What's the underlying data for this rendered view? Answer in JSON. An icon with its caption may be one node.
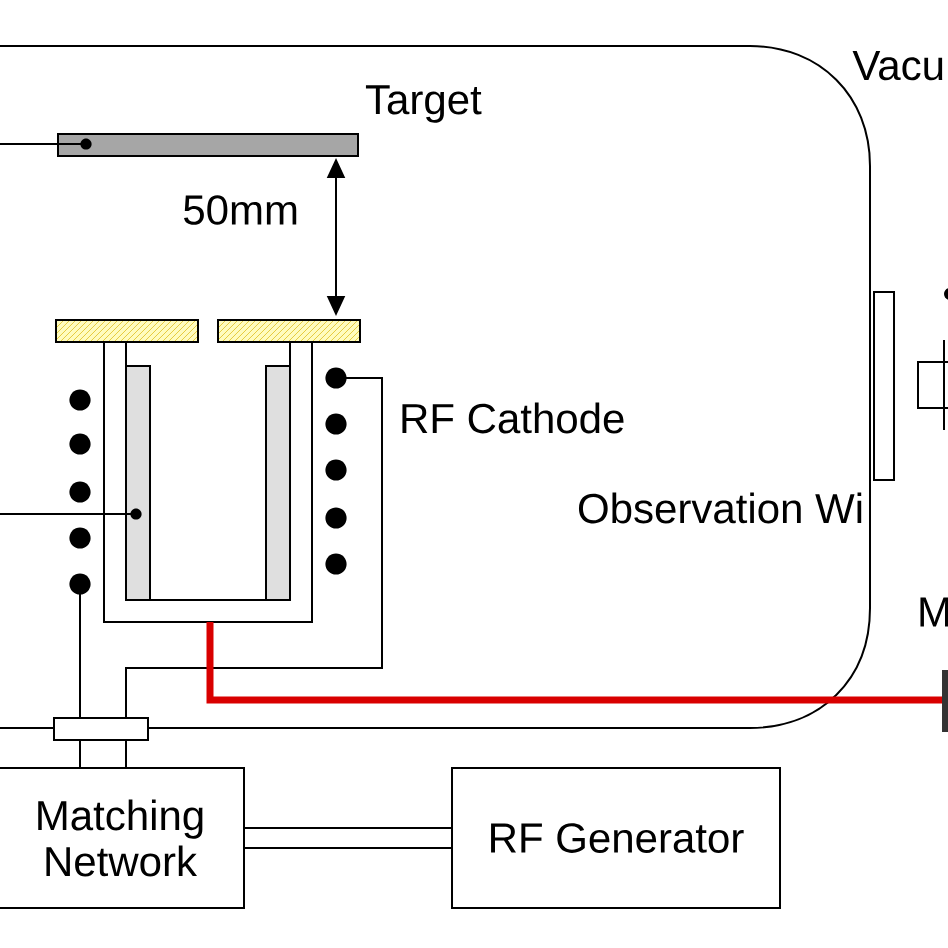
{
  "diagram": {
    "nodes": [
      {
        "text": [
          "Matching Network"
        ]
      },
      {
        "text": [
          "RF Generator"
        ]
      }
    ],
    "edges": [
      {
        "from": 0,
        "to": 1,
        "arrow": "none"
      }
    ],
    "labels": [
      "Vacu",
      "Target",
      "50mm",
      "RF Cathode",
      "Observation Wi",
      "M"
    ]
  }
}
